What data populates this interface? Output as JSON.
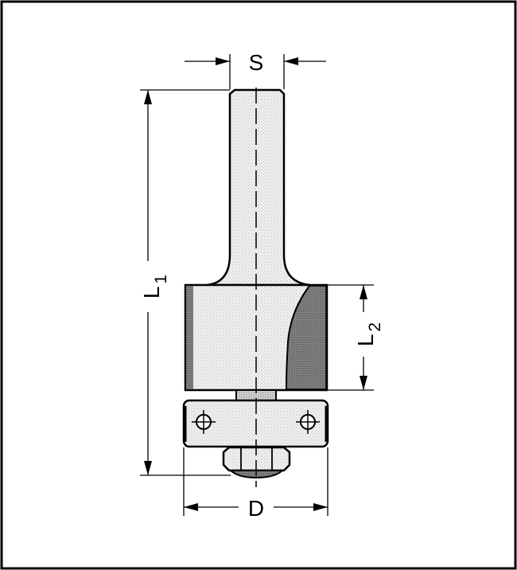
{
  "diagram": {
    "labels": {
      "shank_diameter": "S",
      "total_length": "L",
      "total_length_sub": "1",
      "cutting_length": "L",
      "cutting_length_sub": "2",
      "diameter": "D"
    }
  }
}
